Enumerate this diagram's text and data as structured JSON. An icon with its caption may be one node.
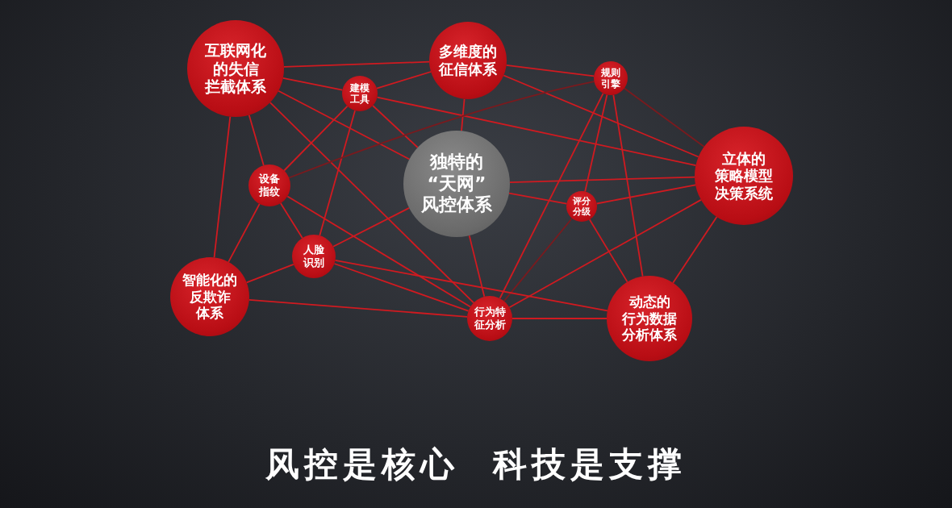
{
  "diagram": {
    "caption": "风控是核心  科技是支撑",
    "nodes": [
      {
        "text": [
          "互联网化的失信拦截体系"
        ]
      },
      {
        "text": [
          "多维度的征信体系"
        ]
      },
      {
        "text": [
          "建模工具"
        ]
      },
      {
        "text": [
          "规则引擎"
        ]
      },
      {
        "text": [
          "独特的“天网”风控体系"
        ]
      },
      {
        "text": [
          "立体的策略模型决策系统"
        ]
      },
      {
        "text": [
          "设备指纹"
        ]
      },
      {
        "text": [
          "评分分级"
        ]
      },
      {
        "text": [
          "人脸识别"
        ]
      },
      {
        "text": [
          "智能化的反欺诈体系"
        ]
      },
      {
        "text": [
          "行为特征分析"
        ]
      },
      {
        "text": [
          "动态的行为数据分析体系"
        ]
      }
    ],
    "edges": [
      {
        "from": 0,
        "to": 1,
        "arrow": "none"
      },
      {
        "from": 0,
        "to": 2,
        "arrow": "none"
      },
      {
        "from": 0,
        "to": 9,
        "arrow": "none"
      },
      {
        "from": 0,
        "to": 6,
        "arrow": "none"
      },
      {
        "from": 0,
        "to": 4,
        "arrow": "none"
      },
      {
        "from": 0,
        "to": 10,
        "arrow": "none"
      },
      {
        "from": 2,
        "to": 1,
        "arrow": "none"
      },
      {
        "from": 2,
        "to": 5,
        "arrow": "none"
      },
      {
        "from": 2,
        "to": 4,
        "arrow": "none"
      },
      {
        "from": 2,
        "to": 6,
        "arrow": "none"
      },
      {
        "from": 2,
        "to": 8,
        "arrow": "none"
      },
      {
        "from": 1,
        "to": 3,
        "arrow": "none"
      },
      {
        "from": 1,
        "to": 5,
        "arrow": "none"
      },
      {
        "from": 1,
        "to": 4,
        "arrow": "none"
      },
      {
        "from": 3,
        "to": 6,
        "arrow": "none",
        "color": "#7a1a1e"
      },
      {
        "from": 3,
        "to": 10,
        "arrow": "none"
      },
      {
        "from": 3,
        "to": 7,
        "arrow": "none"
      },
      {
        "from": 3,
        "to": 11,
        "arrow": "none"
      },
      {
        "from": 3,
        "to": 5,
        "arrow": "none",
        "color": "#7a1a1e"
      },
      {
        "from": 4,
        "to": 5,
        "arrow": "none"
      },
      {
        "from": 4,
        "to": 7,
        "arrow": "none"
      },
      {
        "from": 4,
        "to": 8,
        "arrow": "none"
      },
      {
        "from": 4,
        "to": 10,
        "arrow": "none"
      },
      {
        "from": 7,
        "to": 5,
        "arrow": "none"
      },
      {
        "from": 7,
        "to": 10,
        "arrow": "none",
        "color": "#7a1a1e"
      },
      {
        "from": 7,
        "to": 11,
        "arrow": "none"
      },
      {
        "from": 5,
        "to": 10,
        "arrow": "none"
      },
      {
        "from": 5,
        "to": 11,
        "arrow": "none"
      },
      {
        "from": 6,
        "to": 9,
        "arrow": "none"
      },
      {
        "from": 6,
        "to": 8,
        "arrow": "none"
      },
      {
        "from": 6,
        "to": 10,
        "arrow": "none"
      },
      {
        "from": 8,
        "to": 9,
        "arrow": "none"
      },
      {
        "from": 8,
        "to": 10,
        "arrow": "none"
      },
      {
        "from": 8,
        "to": 11,
        "arrow": "none"
      },
      {
        "from": 9,
        "to": 10,
        "arrow": "none"
      },
      {
        "from": 10,
        "to": 11,
        "arrow": "none"
      }
    ]
  }
}
